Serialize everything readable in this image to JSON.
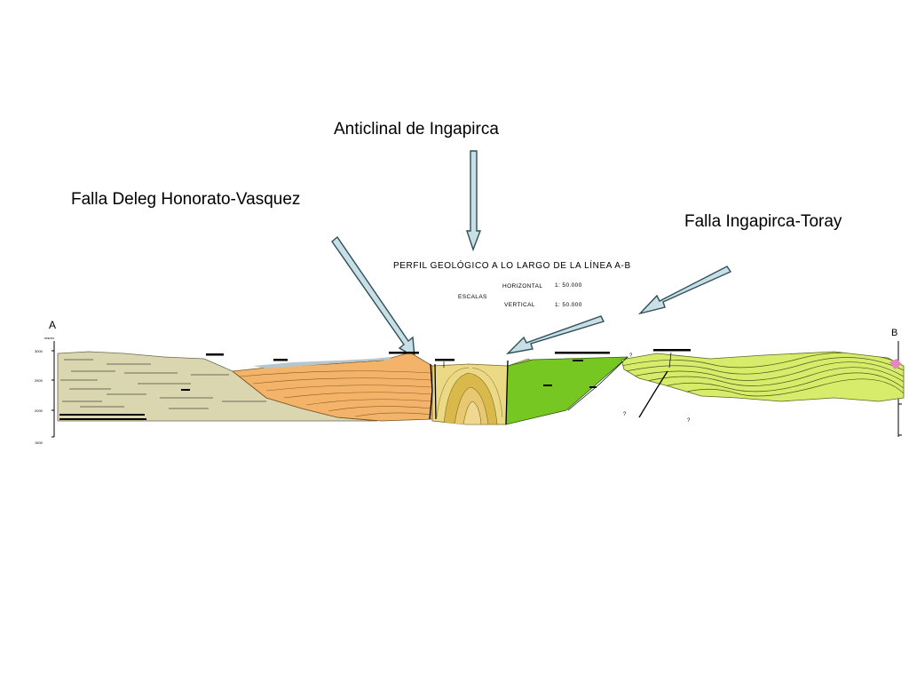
{
  "annotations": {
    "anticlinal": "Anticlinal de Ingapirca",
    "deleg_fault": "Falla Deleg Honorato-Vasquez",
    "toray_fault": "Falla Ingapirca-Toray"
  },
  "profile": {
    "title": "PERFIL GEOLÓGICO A LO LARGO DE LA LÍNEA  A-B",
    "scales_label": "ESCALAS",
    "horizontal_label": "HORIZONTAL",
    "horizontal_value": "1: 50.000",
    "vertical_label": "VERTICAL",
    "vertical_value": "1: 50.000",
    "endpoint_a": "A",
    "endpoint_b": "B",
    "axis_unit": "msnm",
    "elevations": [
      "3000",
      "2500",
      "2000",
      "1500"
    ],
    "unknown_mark": "?"
  },
  "colors": {
    "arrow_fill": "#c9dfe6",
    "arrow_stroke": "#2f4f5a",
    "unit_grey": "#d9d6b0",
    "unit_orange": "#f3b46a",
    "unit_yellow_dark": "#d9b94a",
    "unit_yellow": "#ecd985",
    "unit_green": "#76c722",
    "unit_lime": "#d6ec6a",
    "unit_tan": "#d8c08c"
  }
}
